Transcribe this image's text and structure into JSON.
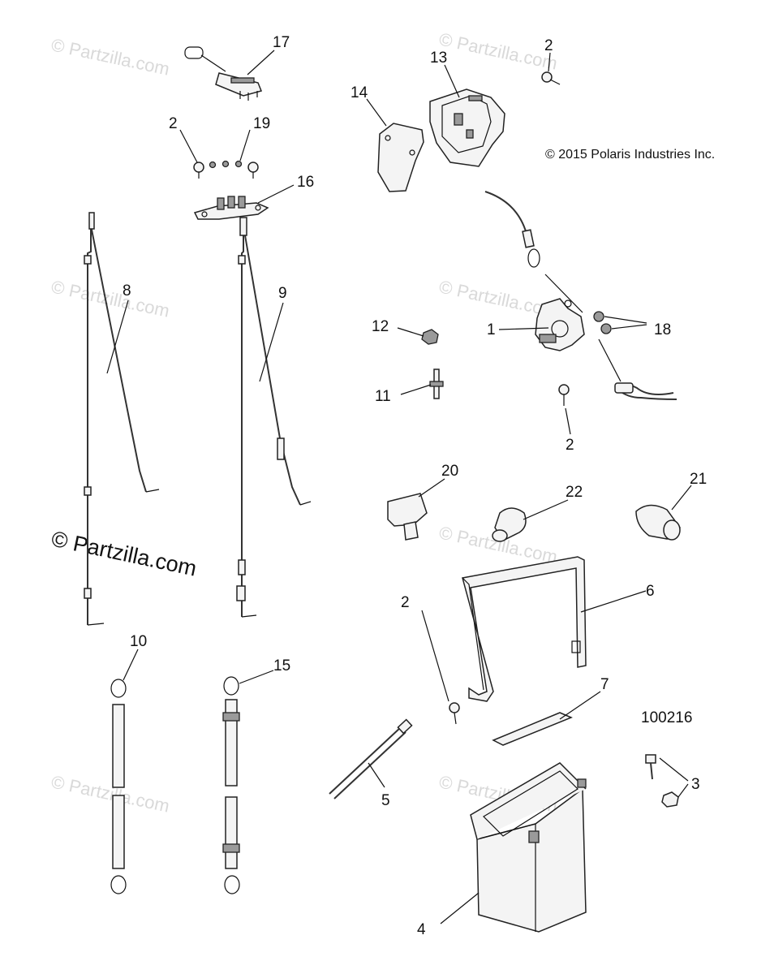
{
  "copyright": "© 2015 Polaris Industries Inc.",
  "diagram_id": "100216",
  "watermark": {
    "small": "© Partzilla.com",
    "big": "© Partzilla.com"
  },
  "callouts": {
    "c1": "1",
    "c2a": "2",
    "c2b": "2",
    "c2c": "2",
    "c2d": "2",
    "c3": "3",
    "c4": "4",
    "c5": "5",
    "c6": "6",
    "c7": "7",
    "c8": "8",
    "c9": "9",
    "c10": "10",
    "c11": "11",
    "c12": "12",
    "c13": "13",
    "c14": "14",
    "c15": "15",
    "c16": "16",
    "c17": "17",
    "c18": "18",
    "c19": "19",
    "c20": "20",
    "c21": "21",
    "c22": "22"
  }
}
